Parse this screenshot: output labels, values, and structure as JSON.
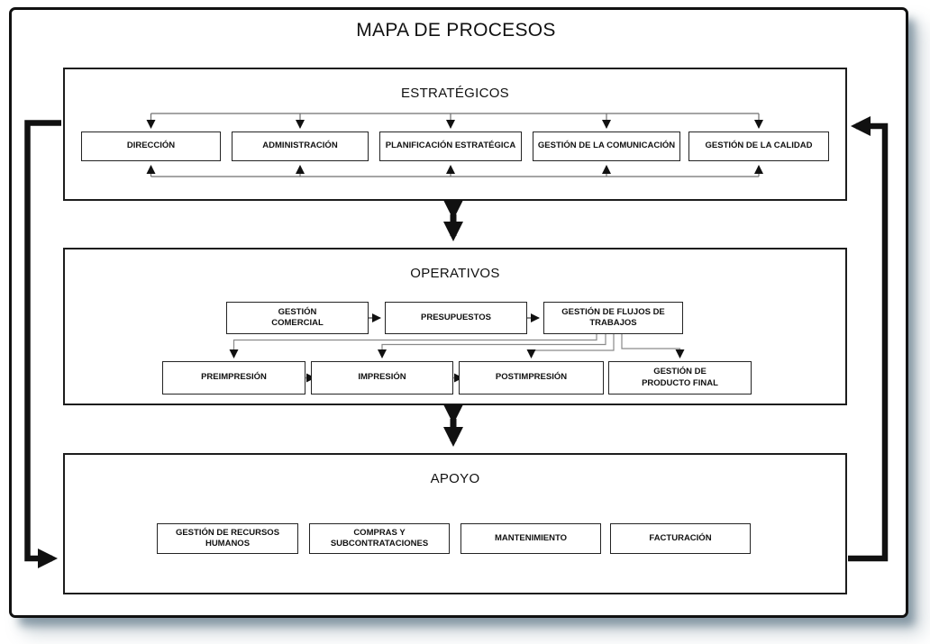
{
  "title": "MAPA DE PROCESOS",
  "sections": {
    "estrategicos": {
      "label": "ESTRATÉGICOS",
      "boxes": [
        {
          "label": "DIRECCIÓN"
        },
        {
          "label": "ADMINISTRACIÓN"
        },
        {
          "label": "PLANIFICACIÓN ESTRATÉGICA"
        },
        {
          "label": "GESTIÓN DE LA COMUNICACIÓN"
        },
        {
          "label": "GESTIÓN DE LA CALIDAD"
        }
      ]
    },
    "operativos": {
      "label": "OPERATIVOS",
      "row1": [
        {
          "label": "GESTIÓN COMERCIAL"
        },
        {
          "label": "PRESUPUESTOS"
        },
        {
          "label": "GESTIÓN DE FLUJOS DE TRABAJOS"
        }
      ],
      "row2": [
        {
          "label": "PREIMPRESIÓN"
        },
        {
          "label": "IMPRESIÓN"
        },
        {
          "label": "POSTIMPRESIÓN"
        },
        {
          "label": "GESTIÓN DE PRODUCTO FINAL"
        }
      ]
    },
    "apoyo": {
      "label": "APOYO",
      "boxes": [
        {
          "label": "GESTIÓN DE RECURSOS HUMANOS"
        },
        {
          "label": "COMPRAS Y SUBCONTRATACIONES"
        },
        {
          "label": "MANTENIMIENTO"
        },
        {
          "label": "FACTURACIÓN"
        }
      ]
    }
  },
  "colors": {
    "line": "#111111",
    "connector-dark": "#4a4a4a",
    "connector-light": "#9b9b9b",
    "shadow": "#5c7586",
    "background": "#ffffff"
  }
}
